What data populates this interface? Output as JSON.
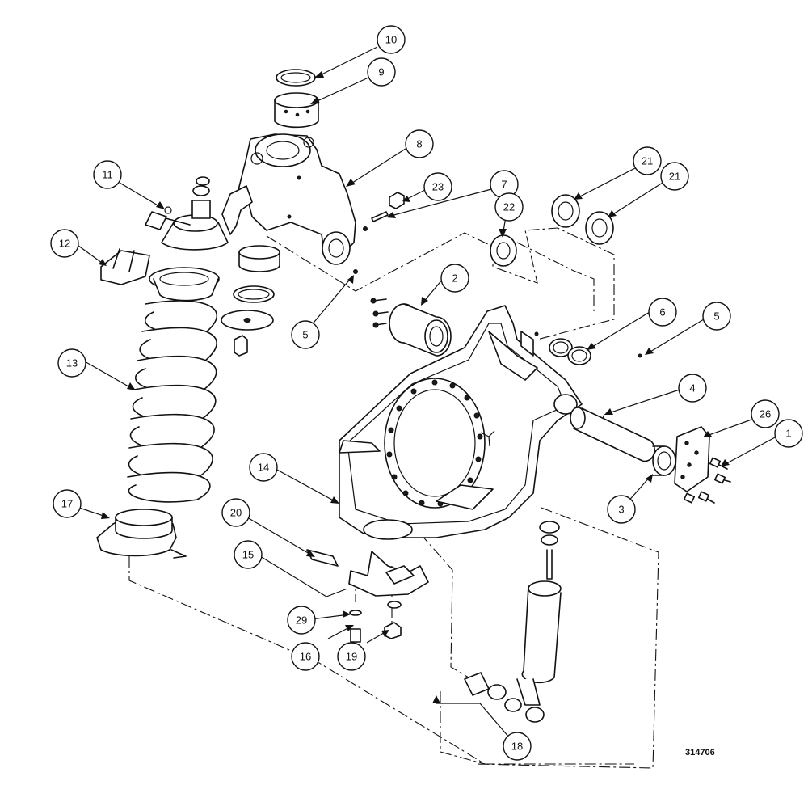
{
  "figure_number": "314706",
  "callouts": [
    "10",
    "9",
    "8",
    "11",
    "23",
    "7",
    "22",
    "21",
    "21",
    "12",
    "2",
    "5",
    "6",
    "5",
    "13",
    "4",
    "26",
    "1",
    "3",
    "14",
    "17",
    "20",
    "15",
    "29",
    "16",
    "19",
    "18"
  ]
}
